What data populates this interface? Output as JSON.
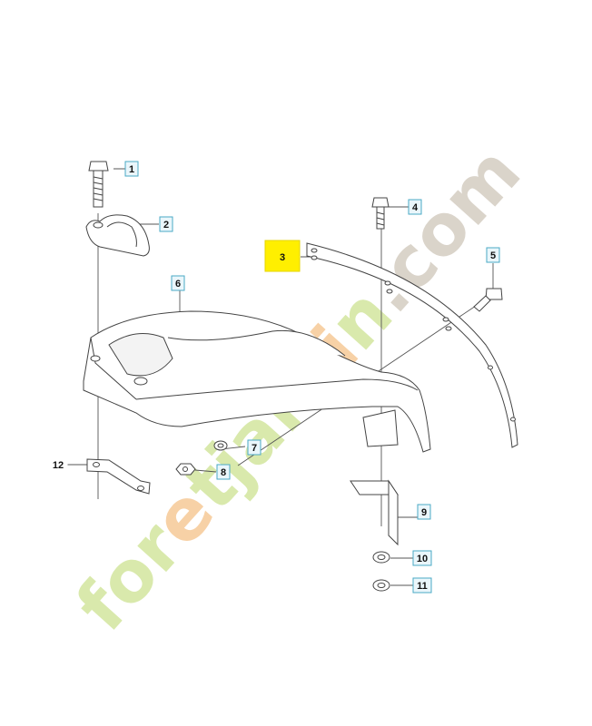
{
  "callouts": [
    {
      "id": "1",
      "label": "1"
    },
    {
      "id": "2",
      "label": "2"
    },
    {
      "id": "3",
      "label": "3",
      "highlighted": true
    },
    {
      "id": "4",
      "label": "4"
    },
    {
      "id": "5",
      "label": "5"
    },
    {
      "id": "6",
      "label": "6"
    },
    {
      "id": "7",
      "label": "7"
    },
    {
      "id": "8",
      "label": "8"
    },
    {
      "id": "9",
      "label": "9"
    },
    {
      "id": "10",
      "label": "10"
    },
    {
      "id": "11",
      "label": "11"
    },
    {
      "id": "12",
      "label": "12"
    }
  ],
  "watermark": {
    "text": "foretjardin.com",
    "segments": [
      "for",
      "e",
      "tjard",
      "i",
      "n",
      ".com"
    ],
    "colors": {
      "green": "#d7e8a8",
      "orange": "#f7cfa2",
      "grey": "#d9d2c8"
    }
  },
  "colors": {
    "line": "#555555",
    "box_border": "#4aa9c6",
    "box_fill": "#eaf6fb",
    "highlight_fill": "#ffef00"
  }
}
